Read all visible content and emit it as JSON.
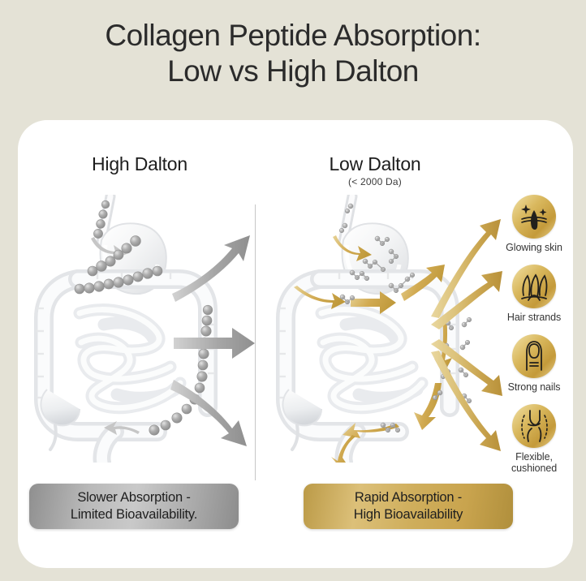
{
  "title": {
    "line1": "Collagen Peptide Absorption:",
    "line2": "Low vs High Dalton"
  },
  "colors": {
    "background": "#e4e2d6",
    "card": "#ffffff",
    "title_text": "#2b2b2b",
    "gold_light": "#e3cb83",
    "gold_mid": "#cfae5c",
    "gold_dark": "#b8913a",
    "gray_light": "#c9c9c9",
    "gray_mid": "#a3a3a3",
    "gray_dark": "#8c8c8c",
    "peptide_gray": "#9a9a9a",
    "divider": "#c7c7c7"
  },
  "panels": {
    "high": {
      "heading": "High Dalton",
      "subheading": "",
      "verdict_line1": "Slower Absorption -",
      "verdict_line2": "Limited Bioavailability.",
      "arrow_count": 3,
      "arrow_style": "gray-straight",
      "peptide_style": "long-large-bead-chains"
    },
    "low": {
      "heading": "Low Dalton",
      "subheading": "(< 2000 Da)",
      "verdict_line1": "Rapid Absorption -",
      "verdict_line2": "High Bioavailability",
      "arrow_count": 4,
      "arrow_style": "gold-curved",
      "peptide_style": "short-small-fragments"
    }
  },
  "benefits": [
    {
      "label": "Glowing skin",
      "icon": "skin-follicle-sparkle-icon"
    },
    {
      "label": "Hair strands",
      "icon": "hair-strands-icon"
    },
    {
      "label": "Strong nails",
      "icon": "fingernail-icon"
    },
    {
      "label_line1": "Flexible,",
      "label_line2": "cushioned",
      "icon": "knee-joint-icon"
    }
  ]
}
